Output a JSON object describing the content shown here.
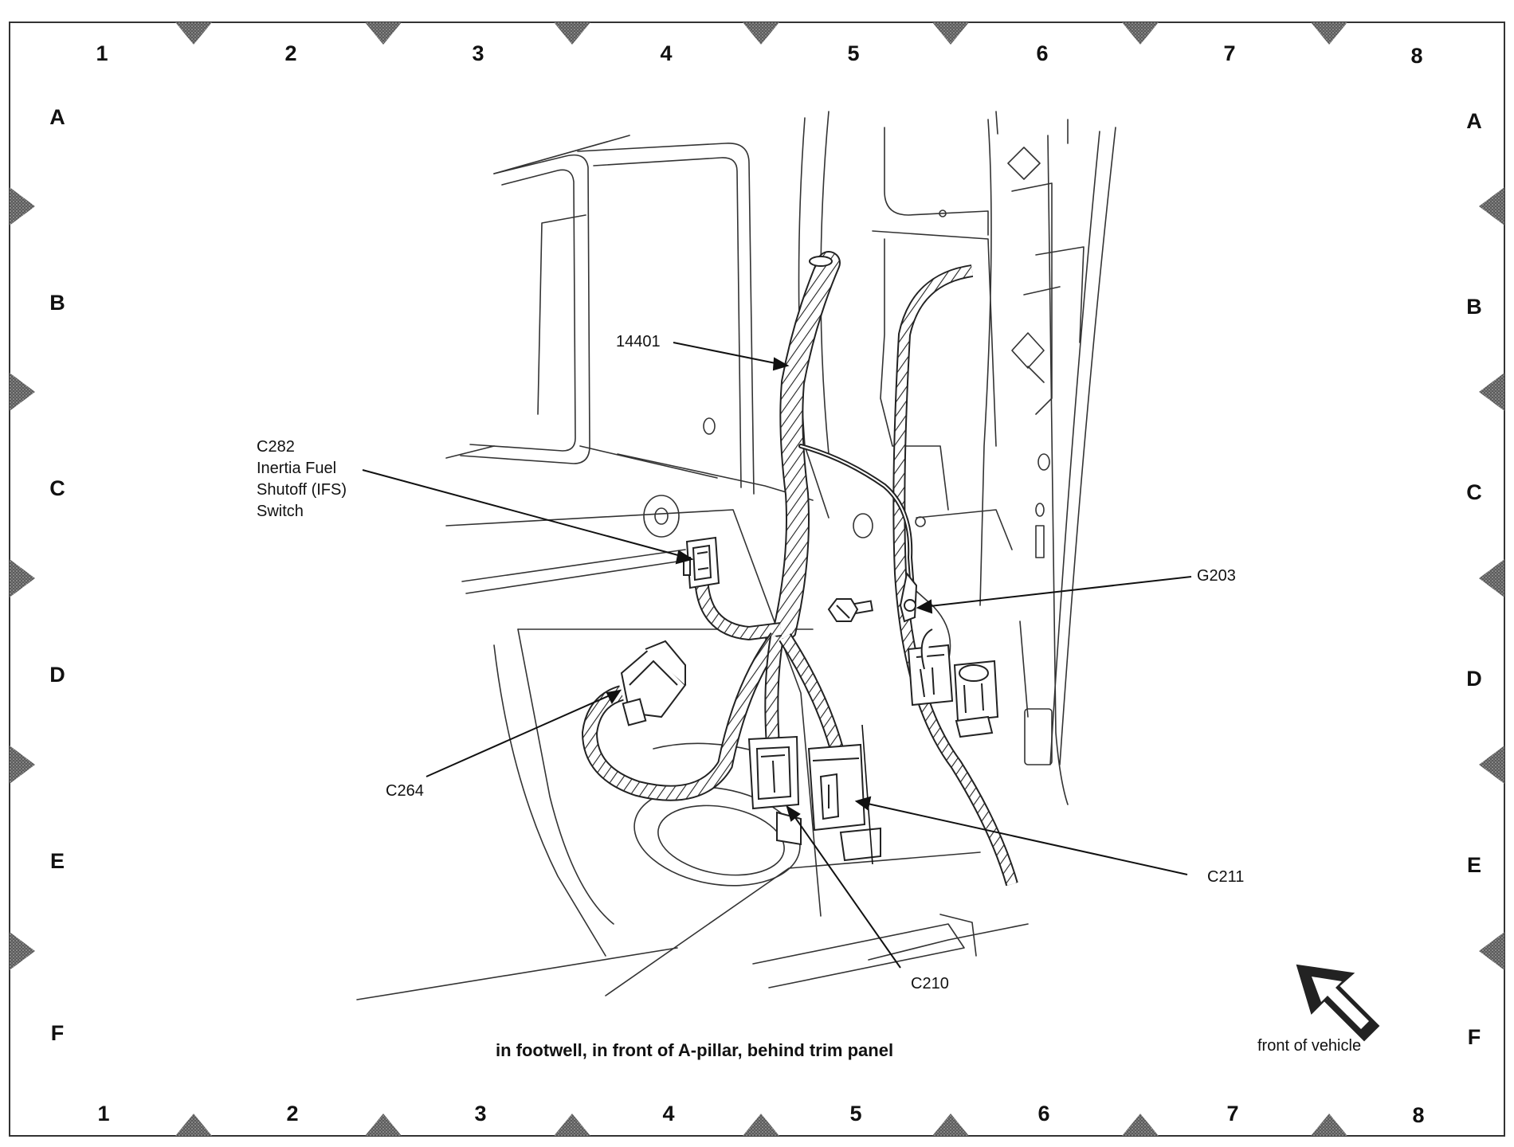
{
  "grid": {
    "columns": [
      "1",
      "2",
      "3",
      "4",
      "5",
      "6",
      "7",
      "8"
    ],
    "rows": [
      "A",
      "B",
      "C",
      "D",
      "E",
      "F"
    ]
  },
  "callouts": {
    "harness": "14401",
    "c282_id": "C282",
    "c282_line1": "Inertia Fuel",
    "c282_line2": "Shutoff (IFS)",
    "c282_line3": "Switch",
    "g203": "G203",
    "c264": "C264",
    "c211": "C211",
    "c210": "C210"
  },
  "caption": "in footwell, in front of A-pillar, behind trim panel",
  "front_of_vehicle": "front of vehicle",
  "colors": {
    "line": "#222222",
    "marker": "#7a7a7a",
    "background": "#ffffff"
  }
}
